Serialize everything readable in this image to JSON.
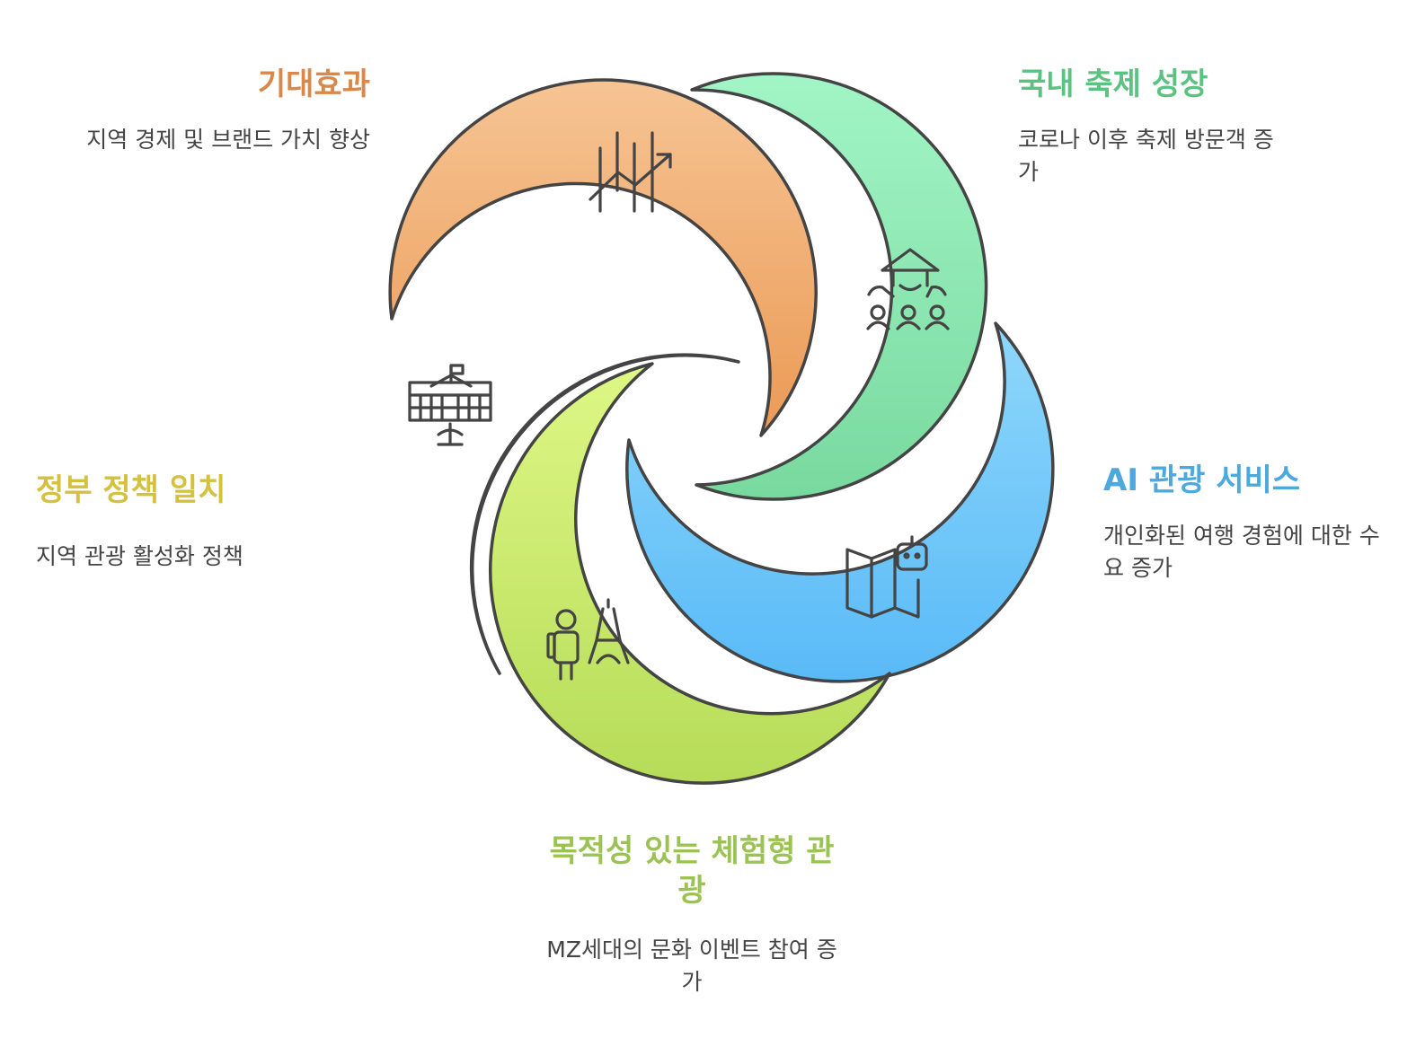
{
  "colors": {
    "outline": "#444444",
    "orange": [
      "#f6c494",
      "#eb9a55"
    ],
    "green": [
      "#a2f5c6",
      "#78d99e"
    ],
    "blue": [
      "#8fd7fb",
      "#59baf7"
    ],
    "yellow": [
      "#fdf292",
      "#fbe451"
    ],
    "lime": [
      "#def785",
      "#b6dc58"
    ]
  },
  "sections": {
    "effect": {
      "title": "기대효과",
      "desc": "지역 경제 및 브랜드 가치 향상",
      "icon": "growth-chart-icon",
      "color": "#d9884a"
    },
    "festival": {
      "title": "국내 축제 성장",
      "desc": "코로나 이후 축제 방문객 증가",
      "icon": "festival-crowd-icon",
      "color": "#5cc282"
    },
    "ai": {
      "title": "AI 관광 서비스",
      "desc": "개인화된 여행 경험에 대한 수요 증가",
      "icon": "robot-map-icon",
      "color": "#4da8de"
    },
    "policy": {
      "title": "정부 정책 일치",
      "desc": "지역 관광 활성화 정책",
      "icon": "government-building-icon",
      "color": "#d4c13e"
    },
    "purpose": {
      "title": "목적성 있는 체험형 관광",
      "desc": "MZ세대의 문화 이벤트 참여 증가",
      "icon": "traveler-landmark-icon",
      "color": "#9bc353"
    }
  }
}
